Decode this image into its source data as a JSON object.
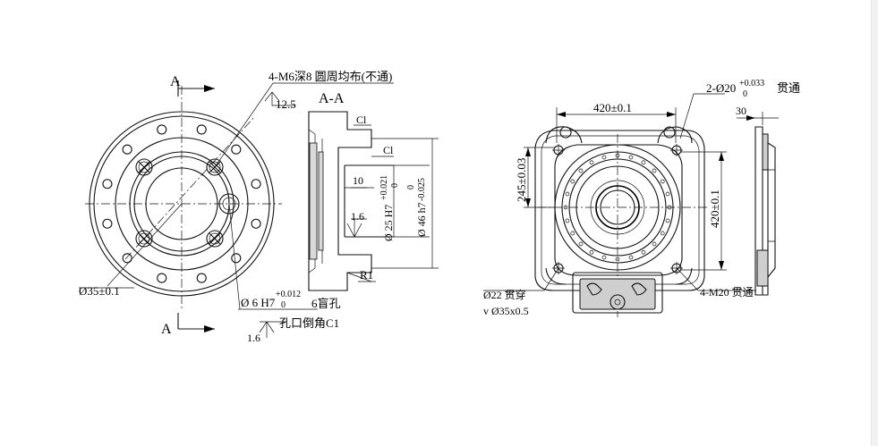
{
  "left_view": {
    "section_marker": "A",
    "thread_callout": "4-M6深8  圆周均布(不通)",
    "roughness_top": "12.5",
    "pcd_label": "Ø35±0.1",
    "pin_hole_label": "Ø 6 H7",
    "pin_hole_tol_upper": "+0.012",
    "pin_hole_tol_lower": "0",
    "pin_hole_depth": "6盲孔",
    "chamfer_note": "孔口倒角C1",
    "roughness_bottom": "1.6"
  },
  "section_view": {
    "title": "A-A",
    "surface_finish_top": "Cl",
    "surface_finish_mid": "Cl",
    "depth_dim": "10",
    "roughness": "1.6",
    "bore_label": "Ø 25 H7",
    "bore_tol_upper": "+0.021",
    "bore_tol_lower": "0",
    "od_label": "Ø 46 h7",
    "od_tol_upper": "0",
    "od_tol_lower": "-0.025",
    "radius_label": "R1"
  },
  "right_view": {
    "width_dim": "420±0.1",
    "height_dim": "420±0.1",
    "offset_dim": "245±0.03",
    "thickness_dim": "30",
    "dowel_callout": "2-Ø20",
    "dowel_tol_upper": "+0.033",
    "dowel_tol_lower": "0",
    "dowel_note": "贯通",
    "thru_hole": "Ø22  贯穿",
    "counterbore": "v Ø35x0.5",
    "bolt_callout": "4-M20 贯通"
  }
}
